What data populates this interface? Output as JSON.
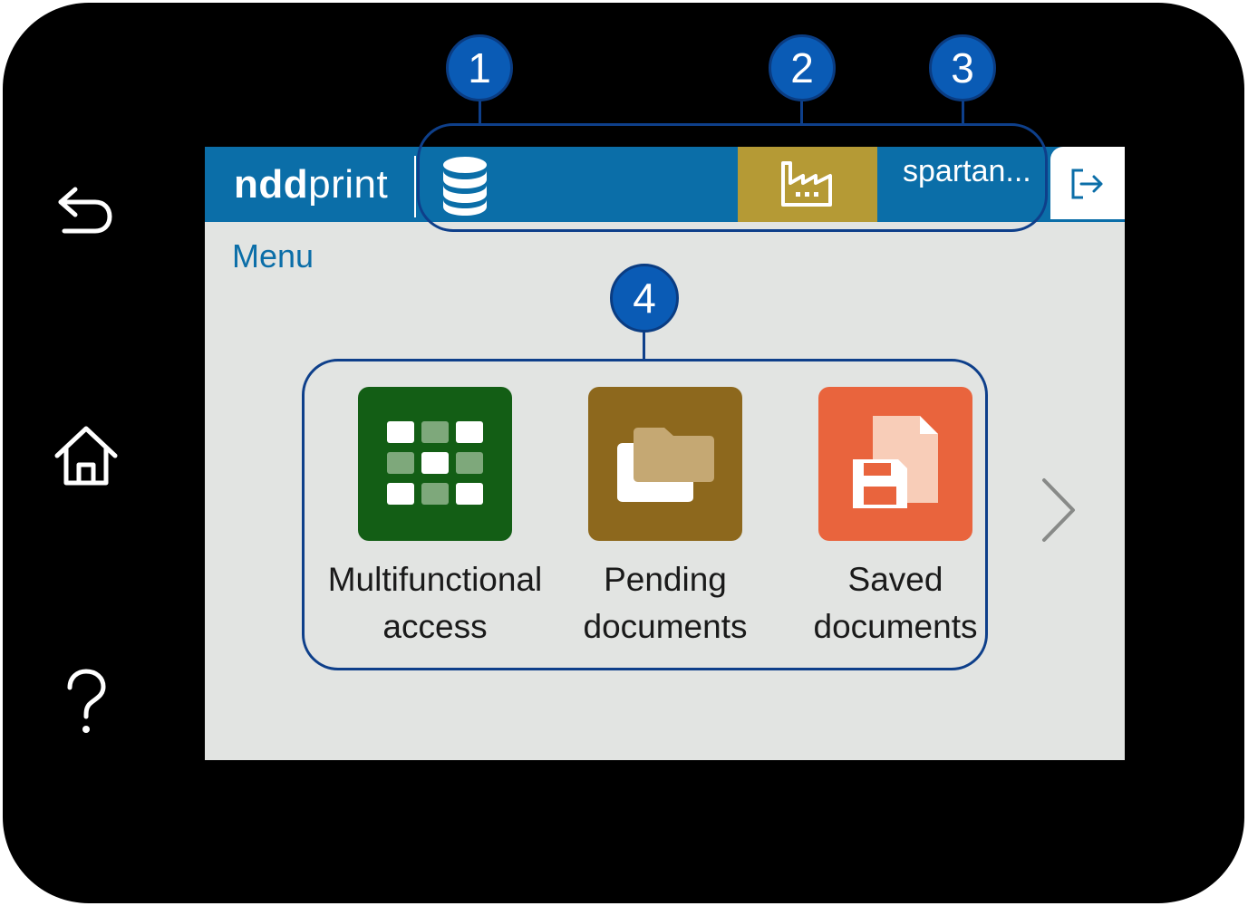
{
  "device": {
    "bezel_buttons": [
      {
        "name": "back",
        "icon": "back-arrow-icon"
      },
      {
        "name": "home",
        "icon": "home-icon"
      },
      {
        "name": "help",
        "icon": "question-mark-icon"
      }
    ]
  },
  "header": {
    "logo_bold": "ndd",
    "logo_light": "print",
    "database_icon": "database-icon",
    "factory_icon": "factory-icon",
    "user_name": "spartan...",
    "logout_icon": "logout-icon"
  },
  "menu": {
    "title": "Menu",
    "tiles": [
      {
        "line1": "Multifunctional",
        "line2": "access",
        "color": "#135e15",
        "icon": "grid-icon"
      },
      {
        "line1": "Pending",
        "line2": "documents",
        "color": "#8d681d",
        "icon": "folders-icon"
      },
      {
        "line1": "Saved",
        "line2": "documents",
        "color": "#e9643d",
        "icon": "save-document-icon"
      }
    ],
    "next_icon": "chevron-right-icon"
  },
  "callouts": [
    "1",
    "2",
    "3",
    "4"
  ],
  "colors": {
    "header_blue": "#0b6ea8",
    "factory_gold": "#b59a35",
    "screen_bg": "#e2e4e2",
    "callout_blue": "#0a5bb5"
  }
}
